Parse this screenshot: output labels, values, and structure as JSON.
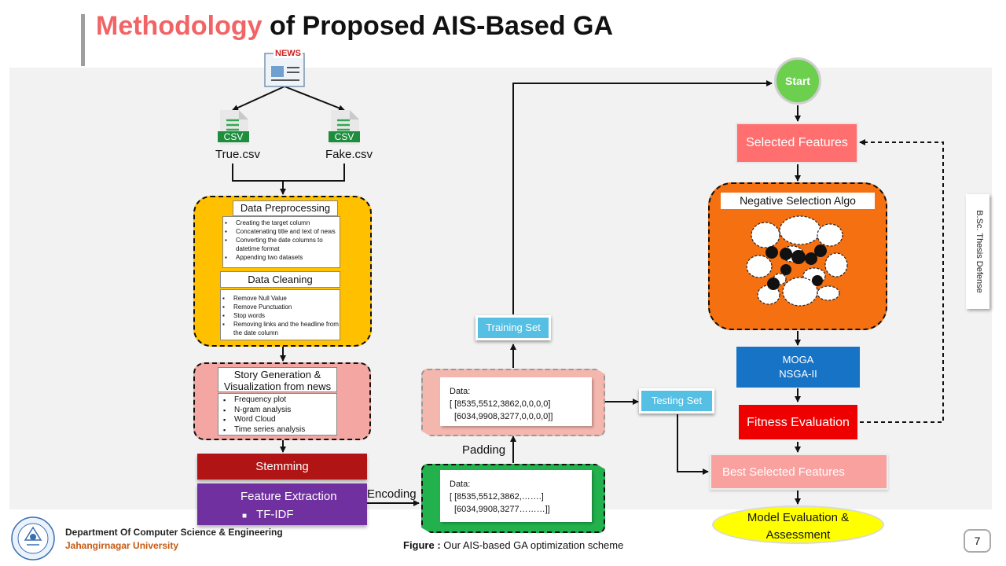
{
  "title": {
    "accent": "Methodology",
    "rest": " of Proposed AIS-Based GA"
  },
  "news_icon": {
    "icon": "newspaper-icon",
    "label": "NEWS"
  },
  "files": {
    "tag": "CSV",
    "true_label": "True.csv",
    "fake_label": "Fake.csv"
  },
  "preprocessing": {
    "title": "Data Preprocessing",
    "items": [
      "Creating the target column",
      "Concatenating title and text of news",
      "Converting the date columns to datetime format",
      "Appending two datasets"
    ]
  },
  "cleaning": {
    "title": "Data Cleaning",
    "items": [
      "Remove Null Value",
      "Remove Punctuation",
      "Stop words",
      "Removing links and the headline from the date column"
    ]
  },
  "story": {
    "title_line1": "Story Generation &",
    "title_line2": "Visualization from news",
    "items": [
      "Frequency plot",
      "N-gram analysis",
      "Word Cloud",
      "Time series analysis"
    ]
  },
  "stemming": "Stemming",
  "feature_extraction": {
    "title": "Feature Extraction",
    "item": "TF-IDF"
  },
  "encoding_label": "Encoding",
  "padding_label": "Padding",
  "encoded_data": {
    "label": "Data:",
    "row1": "[ [8535,5512,3862,…….]",
    "row2": "[6034,9908,3277………]]"
  },
  "padded_data": {
    "label": "Data:",
    "row1": "[ [8535,5512,3862,0,0,0,0]",
    "row2": "[6034,9908,3277,0,0,0,0]]"
  },
  "training_set": "Training Set",
  "testing_set": "Testing Set",
  "start": "Start",
  "selected_features": "Selected Features",
  "negative_selection": "Negative Selection Algo",
  "moga": {
    "line1": "MOGA",
    "line2": "NSGA-II"
  },
  "fitness": "Fitness Evaluation",
  "best_features": "Best Selected Features",
  "model_eval": {
    "line1": "Model Evaluation &",
    "line2": "Assessment"
  },
  "side_tab": "B.Sc. Thesis Defense",
  "footer": {
    "dept": "Department Of Computer Science & Engineering",
    "university": "Jahangirnagar University",
    "caption_bold": "Figure :",
    "caption_rest": " Our AIS-based GA optimization scheme",
    "page": "7"
  },
  "colors": {
    "accent": "#f26366",
    "preprocessing_bg": "#ffc000",
    "story_bg": "#f4a6a3",
    "stemming": "#b01414",
    "feature_extraction": "#7030a0",
    "encoded_frame": "#22b14c",
    "padded_frame": "#f4b7ae",
    "cyan_label": "#55bfe4",
    "start": "#6ccf4e",
    "selected": "#ff6f6f",
    "nsa": "#f57010",
    "moga": "#1773c6",
    "fitness": "#ee0000",
    "best": "#f9a19f",
    "model": "#ffff00"
  }
}
